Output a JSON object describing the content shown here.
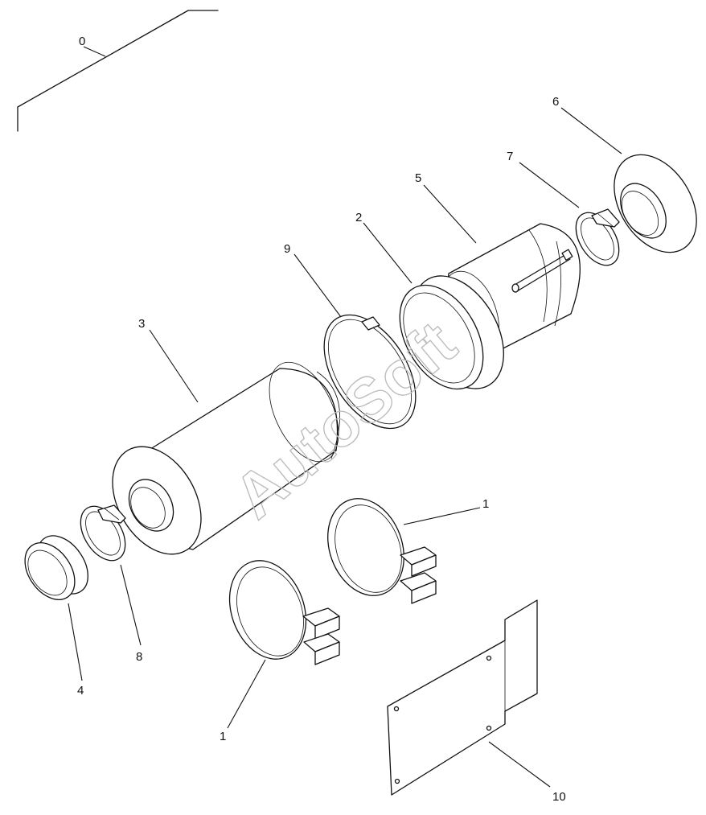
{
  "watermark": "AutoSoft",
  "callouts": {
    "c0": "0",
    "c1a": "1",
    "c1b": "1",
    "c2": "2",
    "c3": "3",
    "c4": "4",
    "c5": "5",
    "c6": "6",
    "c7": "7",
    "c8": "8",
    "c9": "9",
    "c10": "10"
  }
}
